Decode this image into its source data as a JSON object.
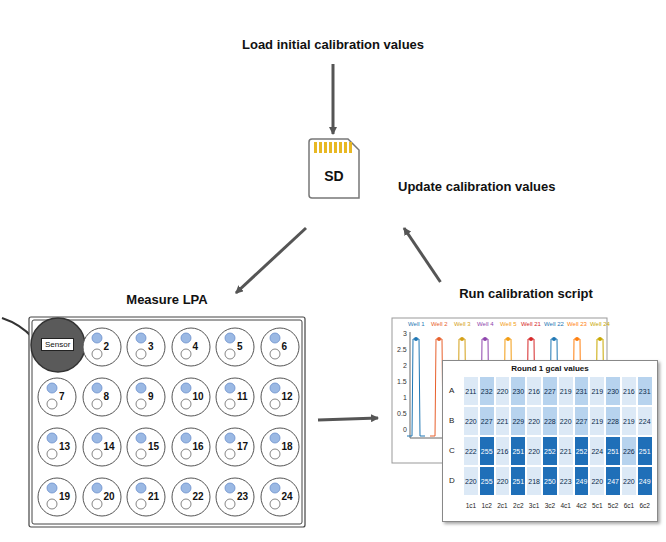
{
  "diagram": {
    "nodes": [
      {
        "text": [
          "SD"
        ]
      },
      {
        "text": [
          "Measure LPA"
        ]
      },
      {
        "text": [
          "Sensor"
        ],
        "in": 1
      },
      {
        "text": [
          "2"
        ],
        "in": 1
      },
      {
        "text": [
          "3"
        ],
        "in": 1
      },
      {
        "text": [
          "4"
        ],
        "in": 1
      },
      {
        "text": [
          "5"
        ],
        "in": 1
      },
      {
        "text": [
          "6"
        ],
        "in": 1
      },
      {
        "text": [
          "7"
        ],
        "in": 1
      },
      {
        "text": [
          "8"
        ],
        "in": 1
      },
      {
        "text": [
          "9"
        ],
        "in": 1
      },
      {
        "text": [
          "10"
        ],
        "in": 1
      },
      {
        "text": [
          "11"
        ],
        "in": 1
      },
      {
        "text": [
          "12"
        ],
        "in": 1
      },
      {
        "text": [
          "13"
        ],
        "in": 1
      },
      {
        "text": [
          "14"
        ],
        "in": 1
      },
      {
        "text": [
          "15"
        ],
        "in": 1
      },
      {
        "text": [
          "16"
        ],
        "in": 1
      },
      {
        "text": [
          "17"
        ],
        "in": 1
      },
      {
        "text": [
          "18"
        ],
        "in": 1
      },
      {
        "text": [
          "19"
        ],
        "in": 1
      },
      {
        "text": [
          "20"
        ],
        "in": 1
      },
      {
        "text": [
          "21"
        ],
        "in": 1
      },
      {
        "text": [
          "22"
        ],
        "in": 1
      },
      {
        "text": [
          "23"
        ],
        "in": 1
      },
      {
        "text": [
          "24"
        ],
        "in": 1
      },
      {
        "text": [
          "Run calibration script"
        ]
      },
      {
        "text": [
          "Round 1 gcal values"
        ],
        "in": 26
      }
    ],
    "edges": [
      {
        "from": 0,
        "to": 1,
        "arrow": "to"
      },
      {
        "from": 1,
        "to": 26,
        "arrow": "to"
      },
      {
        "from": 26,
        "to": 0,
        "arrow": "to"
      }
    ],
    "labels": [
      "Load initial calibration values",
      "Update calibration values",
      "Well 1",
      "Well 2",
      "Well 3",
      "Well 4",
      "Well 5",
      "Well 21",
      "Well 22",
      "Well 23",
      "Well 24",
      "3",
      "2.5",
      "2",
      "1.5",
      "1",
      "0.5",
      "0",
      "A",
      "B",
      "C",
      "D",
      "211",
      "232",
      "220",
      "230",
      "216",
      "227",
      "219",
      "231",
      "219",
      "230",
      "216",
      "231",
      "220",
      "227",
      "221",
      "229",
      "220",
      "228",
      "220",
      "227",
      "219",
      "228",
      "219",
      "224",
      "222",
      "255",
      "216",
      "251",
      "220",
      "252",
      "221",
      "252",
      "224",
      "251",
      "226",
      "251",
      "220",
      "255",
      "220",
      "251",
      "218",
      "250",
      "223",
      "249",
      "220",
      "247",
      "220",
      "249",
      "1c1",
      "1c2",
      "2c1",
      "2c2",
      "3c1",
      "3c2",
      "4c1",
      "4c2",
      "5c1",
      "5c2",
      "6c1",
      "6c2"
    ]
  }
}
